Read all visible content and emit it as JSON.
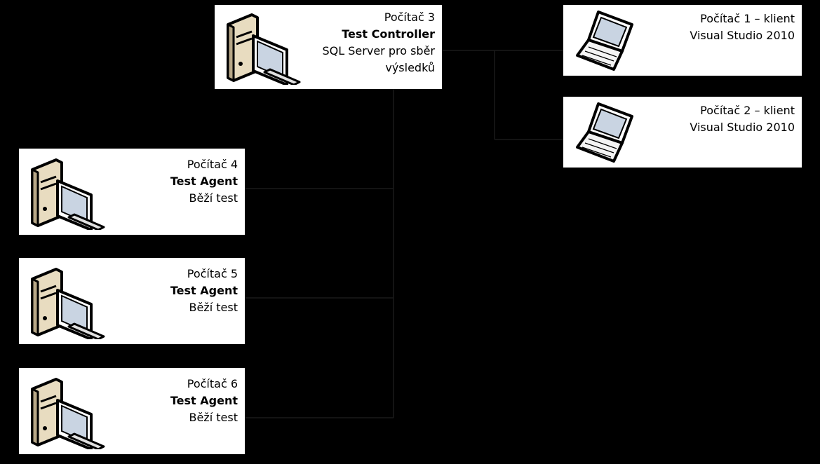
{
  "colors": {
    "background": "#000000",
    "box": "#ffffff",
    "text": "#000000",
    "connector": "#1a1a1a"
  },
  "nodes": {
    "pc3": {
      "icon": "desktop-computer-icon",
      "name": "Počítač 3",
      "role": "Test Controller",
      "line1": "SQL Server pro sběr",
      "line2": "výsledků"
    },
    "pc1": {
      "icon": "laptop-icon",
      "name": "Počítač 1 – klient",
      "detail": "Visual Studio 2010"
    },
    "pc2": {
      "icon": "laptop-icon",
      "name": "Počítač 2 – klient",
      "detail": "Visual Studio 2010"
    },
    "pc4": {
      "icon": "desktop-computer-icon",
      "name": "Počítač 4",
      "role": "Test Agent",
      "detail": "Běží test"
    },
    "pc5": {
      "icon": "desktop-computer-icon",
      "name": "Počítač 5",
      "role": "Test Agent",
      "detail": "Běží test"
    },
    "pc6": {
      "icon": "desktop-computer-icon",
      "name": "Počítač 6",
      "role": "Test Agent",
      "detail": "Běží test"
    }
  }
}
